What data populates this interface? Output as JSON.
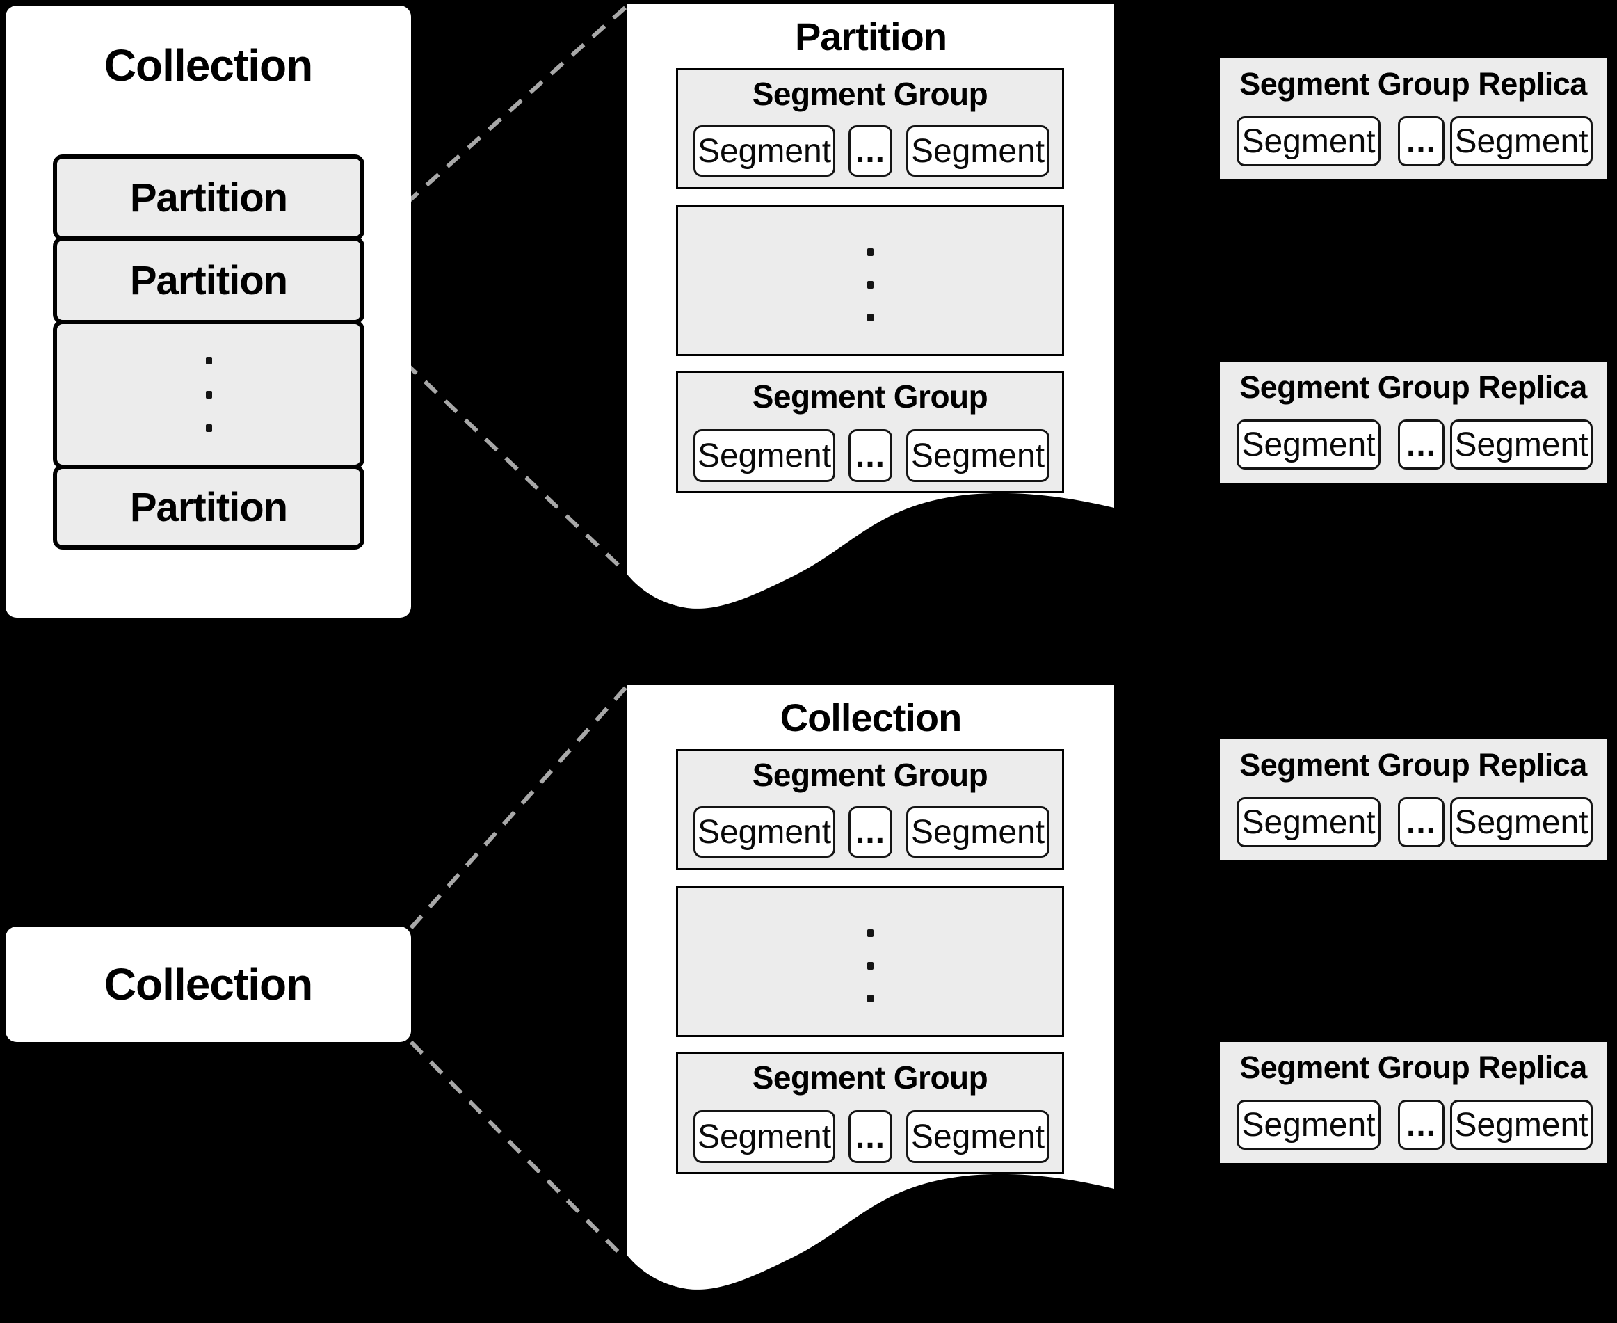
{
  "colors": {
    "background": "#000000",
    "panel": "#ffffff",
    "box_fill": "#ececec",
    "border": "#000000",
    "dash_line": "#a8a8a8"
  },
  "top": {
    "collection": {
      "title": "Collection",
      "p1": "Partition",
      "p2": "Partition",
      "p3": "Partition"
    },
    "doc": {
      "title": "Partition",
      "sg1": {
        "title": "Segment Group",
        "s1": "Segment",
        "dots": "...",
        "s2": "Segment"
      },
      "sg2": {
        "title": "Segment Group",
        "s1": "Segment",
        "dots": "...",
        "s2": "Segment"
      }
    },
    "r1": {
      "title": "Segment Group Replica",
      "s1": "Segment",
      "dots": "...",
      "s2": "Segment"
    },
    "r2": {
      "title": "Segment Group Replica",
      "s1": "Segment",
      "dots": "...",
      "s2": "Segment"
    }
  },
  "bottom": {
    "collection": {
      "title": "Collection"
    },
    "doc": {
      "title": "Collection",
      "sg1": {
        "title": "Segment Group",
        "s1": "Segment",
        "dots": "...",
        "s2": "Segment"
      },
      "sg2": {
        "title": "Segment Group",
        "s1": "Segment",
        "dots": "...",
        "s2": "Segment"
      }
    },
    "r1": {
      "title": "Segment Group Replica",
      "s1": "Segment",
      "dots": "...",
      "s2": "Segment"
    },
    "r2": {
      "title": "Segment Group Replica",
      "s1": "Segment",
      "dots": "...",
      "s2": "Segment"
    }
  }
}
